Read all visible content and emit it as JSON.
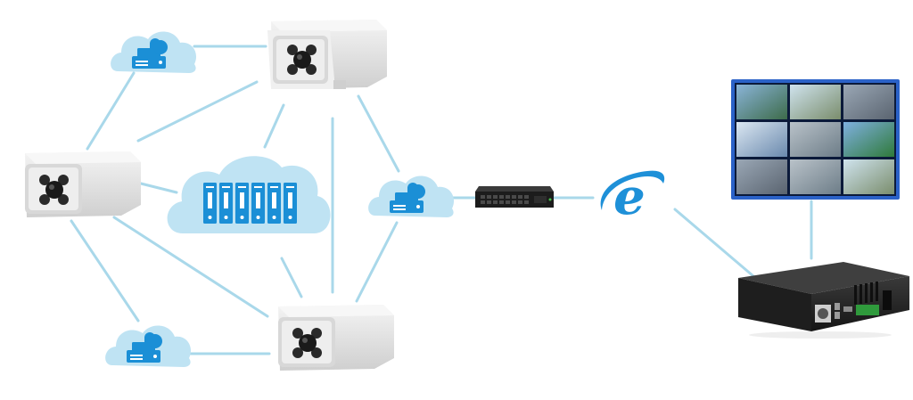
{
  "diagram": {
    "nodes": [
      {
        "id": "cloud-storage-top",
        "kind": "cloud-storage-icon"
      },
      {
        "id": "cloud-storage-right",
        "kind": "cloud-storage-icon"
      },
      {
        "id": "cloud-storage-bottom",
        "kind": "cloud-storage-icon"
      },
      {
        "id": "cloud-server-center",
        "kind": "cloud-server-rack-icon"
      },
      {
        "id": "camera-top",
        "kind": "bullet-camera-icon"
      },
      {
        "id": "camera-left",
        "kind": "bullet-camera-icon"
      },
      {
        "id": "camera-bottom",
        "kind": "bullet-camera-icon"
      },
      {
        "id": "network-switch",
        "kind": "network-switch-icon"
      },
      {
        "id": "internet-explorer",
        "kind": "internet-explorer-icon"
      },
      {
        "id": "video-wall",
        "kind": "video-wall-monitor-icon"
      },
      {
        "id": "nvr-server",
        "kind": "nvr-server-box-icon"
      }
    ],
    "colors": {
      "link_line": "#a9d8ea",
      "cloud_fill": "#bfe3f3",
      "cloud_icon": "#1b8fd6",
      "ie_blue": "#1e90d8",
      "camera_body": "#e6e6e6",
      "camera_face": "#d2d2d2",
      "lens_dark": "#2a2a2a",
      "switch_dark": "#1c1c1c",
      "monitor_frame": "#2b62c8",
      "server_dark": "#2e2e2e"
    }
  }
}
